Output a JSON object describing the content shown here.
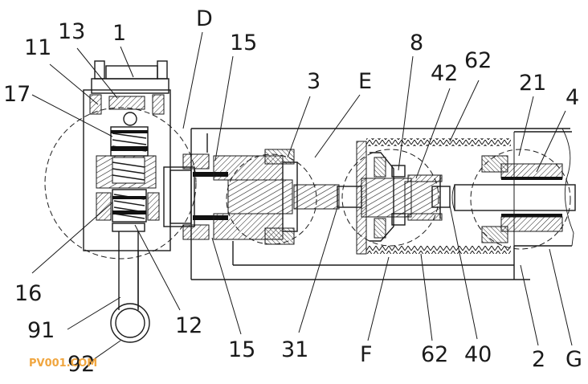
{
  "labels": {
    "l11": "11",
    "l13": "13",
    "l1": "1",
    "lD": "D",
    "l15a": "15",
    "l8": "8",
    "l42": "42",
    "l62a": "62",
    "l3": "3",
    "lE": "E",
    "l21": "21",
    "l4": "4",
    "l17": "17",
    "l16": "16",
    "l91": "91",
    "l92": "92",
    "l12": "12",
    "l15b": "15",
    "l31": "31",
    "lF": "F",
    "l62b": "62",
    "l40": "40",
    "l2": "2",
    "lG": "G"
  },
  "watermark": "PV001.COM"
}
